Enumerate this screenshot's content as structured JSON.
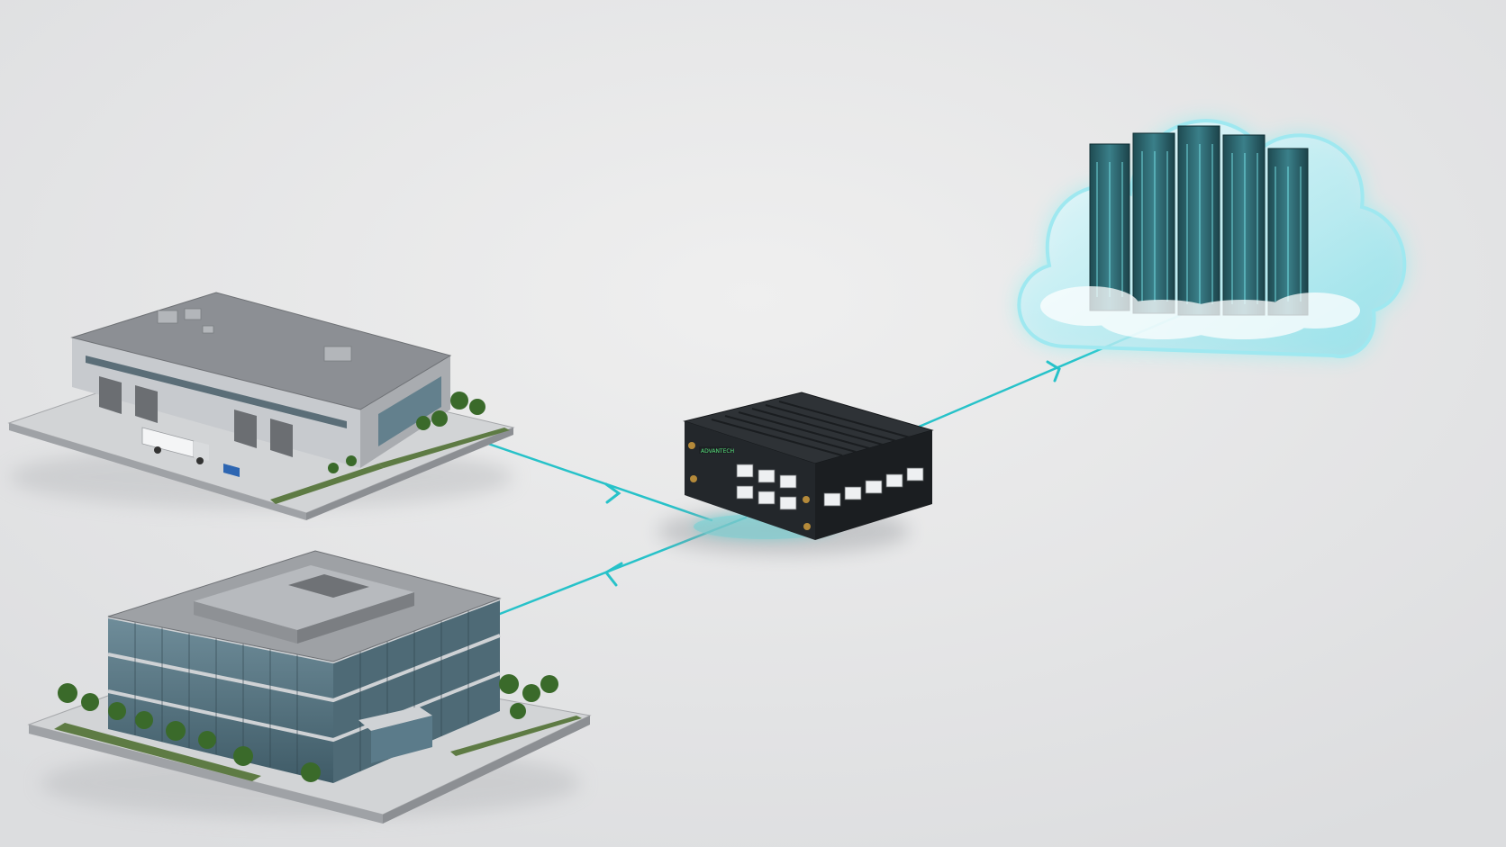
{
  "diagram": {
    "nodes": [
      {
        "id": "warehouse",
        "icon": "warehouse-building-icon"
      },
      {
        "id": "office",
        "icon": "office-building-icon"
      },
      {
        "id": "gateway",
        "icon": "router-gateway-icon",
        "device_badge": "ADVANTECH"
      },
      {
        "id": "cloud",
        "icon": "cloud-datacenter-icon"
      }
    ],
    "edges": [
      {
        "from": "warehouse",
        "to": "gateway",
        "direction": "forward"
      },
      {
        "from": "gateway",
        "to": "office",
        "direction": "forward"
      },
      {
        "from": "gateway",
        "to": "cloud",
        "direction": "forward"
      }
    ]
  },
  "colors": {
    "background": "#e6e7e9",
    "connector": "#27c2c9",
    "glow": "#5ff3f5",
    "device_body": "#23272b",
    "building_roof": "#8c8f94",
    "building_wall": "#c7cace",
    "glass": "#5b7b8a",
    "lawn": "#5e7b44",
    "tree": "#3a6a2a",
    "rack": "#2d5860",
    "cloud_fill": "#cfeff5"
  }
}
